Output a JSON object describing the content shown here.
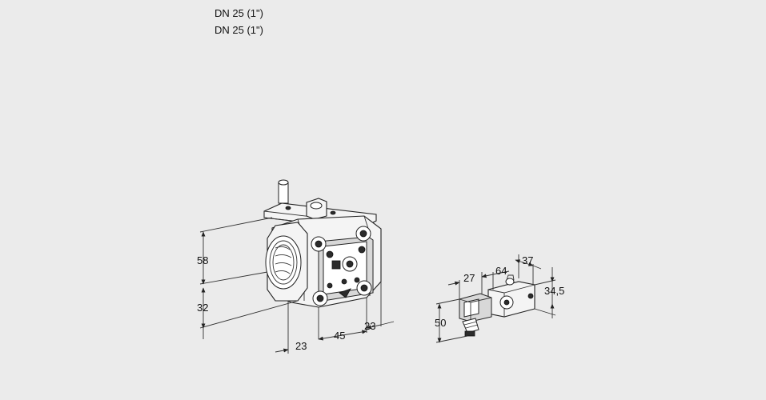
{
  "header": {
    "line1": "DN 25 (1\")",
    "line2": "DN 25 (1\")"
  },
  "valve_dimensions": {
    "height_upper": "58",
    "height_lower": "32",
    "width_front": "23",
    "width_body": "45",
    "width_side": "23"
  },
  "solenoid_dimensions": {
    "height": "50",
    "offset": "27",
    "length": "64",
    "width": "37",
    "depth": "34,5"
  }
}
